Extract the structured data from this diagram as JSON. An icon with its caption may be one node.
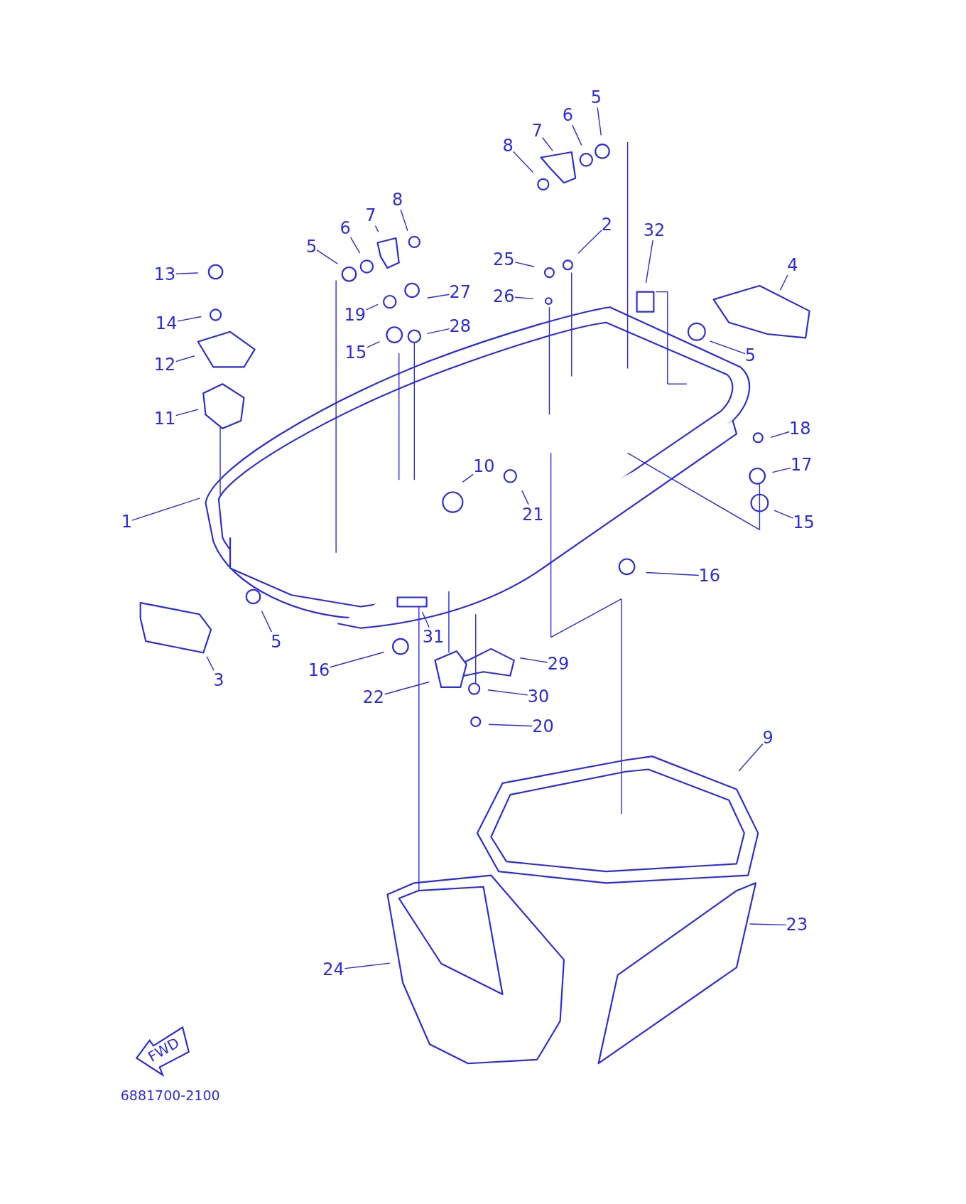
{
  "diagram": {
    "nodes": [
      {
        "text": [
          "5"
        ]
      },
      {
        "text": [
          "6"
        ]
      },
      {
        "text": [
          "7"
        ]
      },
      {
        "text": [
          "8"
        ]
      },
      {
        "text": [
          "8"
        ]
      },
      {
        "text": [
          "7"
        ]
      },
      {
        "text": [
          "6"
        ]
      },
      {
        "text": [
          "5"
        ]
      },
      {
        "text": [
          "2"
        ]
      },
      {
        "text": [
          "32"
        ]
      },
      {
        "text": [
          "25"
        ]
      },
      {
        "text": [
          "4"
        ]
      },
      {
        "text": [
          "13"
        ]
      },
      {
        "text": [
          "27"
        ]
      },
      {
        "text": [
          "26"
        ]
      },
      {
        "text": [
          "19"
        ]
      },
      {
        "text": [
          "14"
        ]
      },
      {
        "text": [
          "28"
        ]
      },
      {
        "text": [
          "15"
        ]
      },
      {
        "text": [
          "5"
        ]
      },
      {
        "text": [
          "12"
        ]
      },
      {
        "text": [
          "11"
        ]
      },
      {
        "text": [
          "18"
        ]
      },
      {
        "text": [
          "10"
        ]
      },
      {
        "text": [
          "17"
        ]
      },
      {
        "text": [
          "21"
        ]
      },
      {
        "text": [
          "1"
        ]
      },
      {
        "text": [
          "15"
        ]
      },
      {
        "text": [
          "16"
        ]
      },
      {
        "text": [
          "5"
        ]
      },
      {
        "text": [
          "31"
        ]
      },
      {
        "text": [
          "29"
        ]
      },
      {
        "text": [
          "16"
        ]
      },
      {
        "text": [
          "3"
        ]
      },
      {
        "text": [
          "30"
        ]
      },
      {
        "text": [
          "22"
        ]
      },
      {
        "text": [
          "20"
        ]
      },
      {
        "text": [
          "9"
        ]
      },
      {
        "text": [
          "23"
        ]
      },
      {
        "text": [
          "24"
        ]
      }
    ],
    "edges": [
      {
        "from": 0,
        "to": null,
        "arrow": "none"
      },
      {
        "from": 1,
        "to": null,
        "arrow": "none"
      },
      {
        "from": 2,
        "to": null,
        "arrow": "none"
      },
      {
        "from": 3,
        "to": null,
        "arrow": "none"
      },
      {
        "from": 4,
        "to": null,
        "arrow": "none"
      },
      {
        "from": 5,
        "to": null,
        "arrow": "none"
      },
      {
        "from": 6,
        "to": null,
        "arrow": "none"
      },
      {
        "from": 7,
        "to": null,
        "arrow": "none"
      },
      {
        "from": 8,
        "to": null,
        "arrow": "none"
      },
      {
        "from": 9,
        "to": null,
        "arrow": "none"
      },
      {
        "from": 10,
        "to": null,
        "arrow": "none"
      },
      {
        "from": 11,
        "to": null,
        "arrow": "none"
      },
      {
        "from": 12,
        "to": null,
        "arrow": "none"
      },
      {
        "from": 13,
        "to": null,
        "arrow": "none"
      },
      {
        "from": 14,
        "to": null,
        "arrow": "none"
      },
      {
        "from": 15,
        "to": null,
        "arrow": "none"
      },
      {
        "from": 16,
        "to": null,
        "arrow": "none"
      },
      {
        "from": 17,
        "to": null,
        "arrow": "none"
      },
      {
        "from": 18,
        "to": null,
        "arrow": "none"
      },
      {
        "from": 19,
        "to": null,
        "arrow": "none"
      },
      {
        "from": 20,
        "to": null,
        "arrow": "none"
      },
      {
        "from": 21,
        "to": null,
        "arrow": "none"
      },
      {
        "from": 22,
        "to": null,
        "arrow": "none"
      },
      {
        "from": 23,
        "to": null,
        "arrow": "none"
      },
      {
        "from": 24,
        "to": null,
        "arrow": "none"
      },
      {
        "from": 25,
        "to": null,
        "arrow": "none"
      },
      {
        "from": 26,
        "to": null,
        "arrow": "none"
      },
      {
        "from": 27,
        "to": null,
        "arrow": "none"
      },
      {
        "from": 28,
        "to": null,
        "arrow": "none"
      },
      {
        "from": 29,
        "to": null,
        "arrow": "none"
      },
      {
        "from": 30,
        "to": null,
        "arrow": "none"
      },
      {
        "from": 31,
        "to": null,
        "arrow": "none"
      },
      {
        "from": 32,
        "to": null,
        "arrow": "none"
      },
      {
        "from": 33,
        "to": null,
        "arrow": "none"
      },
      {
        "from": 34,
        "to": null,
        "arrow": "none"
      },
      {
        "from": 35,
        "to": null,
        "arrow": "none"
      },
      {
        "from": 36,
        "to": null,
        "arrow": "none"
      },
      {
        "from": 37,
        "to": null,
        "arrow": "none"
      },
      {
        "from": 38,
        "to": null,
        "arrow": "none"
      },
      {
        "from": 39,
        "to": null,
        "arrow": "none"
      }
    ],
    "labels": [
      "FWD",
      "6881700-2100"
    ]
  }
}
